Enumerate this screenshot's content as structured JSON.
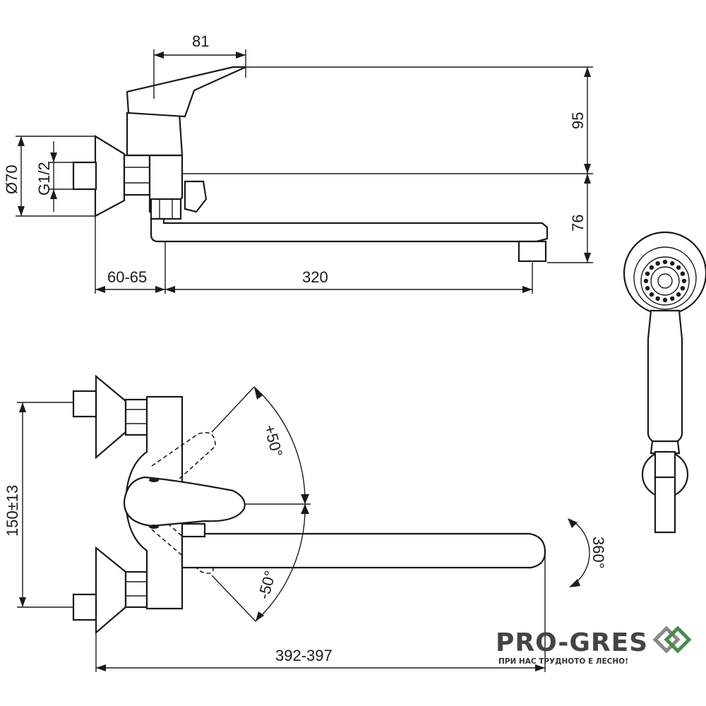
{
  "dimensions": {
    "spout_top_width": "81",
    "handle_height": "95",
    "spout_height": "76",
    "flange_diameter": "Ø70",
    "thread": "G1/2",
    "wall_offset": "60-65",
    "spout_length": "320",
    "centers": "150±13",
    "swing_plus": "+50°",
    "swing_minus": "-50°",
    "rotation": "360°",
    "total_length": "392-397"
  },
  "brand": {
    "name": "PRO-GRES",
    "tagline": "ПРИ НАС ТРУДНОТО Е ЛЕСНО!",
    "accent": "#4a8a4a"
  }
}
